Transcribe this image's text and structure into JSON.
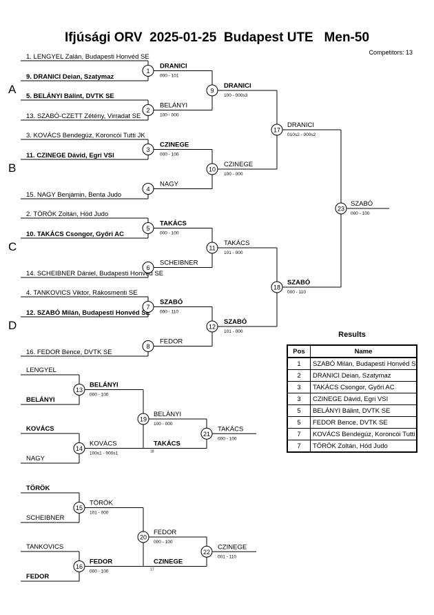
{
  "header": {
    "title": "Ifjúsági ORV  2025-01-25  Budapest UTE   Men-50",
    "competitors": "Competitors: 13"
  },
  "pools": [
    "A",
    "B",
    "C",
    "D"
  ],
  "entries": [
    {
      "text": "1. LENGYEL Zalán, Budapesti Honvéd SE",
      "bold": false
    },
    {
      "text": "9. DRANICI Deian, Szatymaz",
      "bold": true
    },
    {
      "text": "5. BELÁNYI Bálint, DVTK SE",
      "bold": true
    },
    {
      "text": "13. SZABÓ-CZETT Zétény, Virradat SE",
      "bold": false
    },
    {
      "text": "3. KOVÁCS Bendegúz, Koroncói Tutti JK",
      "bold": false
    },
    {
      "text": "11. CZINEGE Dávid, Egri VSI",
      "bold": true
    },
    {
      "text": "15. NAGY Benjámin, Benta Judo",
      "bold": false
    },
    {
      "text": "2. TÖRÖK Zoltán, Hód Judo",
      "bold": false
    },
    {
      "text": "10. TAKÁCS Csongor, Győri AC",
      "bold": true
    },
    {
      "text": "14. SCHEIBNER Dániel, Budapesti Honvéd SE",
      "bold": false
    },
    {
      "text": "4. TANKOVICS Viktor, Rákosmenti SE",
      "bold": false
    },
    {
      "text": "12. SZABÓ Milán, Budapesti Honvéd SE",
      "bold": true
    },
    {
      "text": "16. FEDOR Bence, DVTK SE",
      "bold": false
    }
  ],
  "main_matches": [
    {
      "no": "1",
      "winner": "DRANICI",
      "winner_bold": true,
      "score": "000 - 101"
    },
    {
      "no": "2",
      "winner": "BELÁNYI",
      "winner_bold": false,
      "score": "100 - 000"
    },
    {
      "no": "3",
      "winner": "CZINEGE",
      "winner_bold": true,
      "score": "000 - 100"
    },
    {
      "no": "4",
      "winner": "NAGY",
      "winner_bold": false,
      "score": ""
    },
    {
      "no": "5",
      "winner": "TAKÁCS",
      "winner_bold": true,
      "score": "000 - 100"
    },
    {
      "no": "6",
      "winner": "SCHEIBNER",
      "winner_bold": false,
      "score": ""
    },
    {
      "no": "7",
      "winner": "SZABÓ",
      "winner_bold": true,
      "score": "000 - 110"
    },
    {
      "no": "8",
      "winner": "FEDOR",
      "winner_bold": false,
      "score": ""
    },
    {
      "no": "9",
      "winner": "DRANICI",
      "winner_bold": true,
      "score": "100 - 000s3"
    },
    {
      "no": "10",
      "winner": "CZINEGE",
      "winner_bold": false,
      "score": "100 - 000"
    },
    {
      "no": "11",
      "winner": "TAKÁCS",
      "winner_bold": false,
      "score": "101 - 000"
    },
    {
      "no": "12",
      "winner": "SZABÓ",
      "winner_bold": true,
      "score": "101 - 000"
    },
    {
      "no": "17",
      "winner": "DRANICI",
      "winner_bold": false,
      "score": "010s2 - 000s2"
    },
    {
      "no": "18",
      "winner": "SZABÓ",
      "winner_bold": true,
      "score": "000 - 110"
    },
    {
      "no": "23",
      "winner": "SZABÓ",
      "winner_bold": false,
      "score": "000 - 100"
    }
  ],
  "repechage_entries": [
    {
      "text": "LENGYEL",
      "bold": false
    },
    {
      "text": "BELÁNYI",
      "bold": true
    },
    {
      "text": "KOVÁCS",
      "bold": true
    },
    {
      "text": "NAGY",
      "bold": false
    },
    {
      "text": "TÖRÖK",
      "bold": true
    },
    {
      "text": "SCHEIBNER",
      "bold": false
    },
    {
      "text": "TANKOVICS",
      "bold": false
    },
    {
      "text": "FEDOR",
      "bold": true
    }
  ],
  "repechage_matches": [
    {
      "no": "13",
      "winner": "BELÁNYI",
      "winner_bold": true,
      "score": "000 - 100"
    },
    {
      "no": "14",
      "winner": "KOVÁCS",
      "winner_bold": false,
      "score": "100s1 - 000s1"
    },
    {
      "no": "15",
      "winner": "TÖRÖK",
      "winner_bold": false,
      "score": "101 - 000"
    },
    {
      "no": "16",
      "winner": "FEDOR",
      "winner_bold": true,
      "score": "000 - 100"
    },
    {
      "no": "19",
      "winner": "BELÁNYI",
      "winner_bold": false,
      "score": "100 - 000",
      "opponent": "TAKÁCS",
      "opponent_bold": true,
      "note": "18"
    },
    {
      "no": "20",
      "winner": "FEDOR",
      "winner_bold": false,
      "score": "000 - 100",
      "opponent": "CZINEGE",
      "opponent_bold": true,
      "note": "17"
    },
    {
      "no": "21",
      "winner": "TAKÁCS",
      "winner_bold": false,
      "score": "000 - 100"
    },
    {
      "no": "22",
      "winner": "CZINEGE",
      "winner_bold": false,
      "score": "001 - 110"
    }
  ],
  "results": {
    "title": "Results",
    "headers": [
      "Pos",
      "Name"
    ],
    "rows": [
      {
        "pos": "1",
        "name": "SZABÓ Milán, Budapesti Honvéd SE"
      },
      {
        "pos": "2",
        "name": "DRANICI Deian, Szatymaz"
      },
      {
        "pos": "3",
        "name": "TAKÁCS Csongor, Győri AC"
      },
      {
        "pos": "3",
        "name": "CZINEGE Dávid, Egri VSI"
      },
      {
        "pos": "5",
        "name": "BELÁNYI Bálint, DVTK SE"
      },
      {
        "pos": "5",
        "name": "FEDOR Bence, DVTK SE"
      },
      {
        "pos": "7",
        "name": "KOVÁCS Bendegúz, Koroncói Tutti JI"
      },
      {
        "pos": "7",
        "name": "TÖRÖK Zoltán, Hód Judo"
      }
    ]
  }
}
